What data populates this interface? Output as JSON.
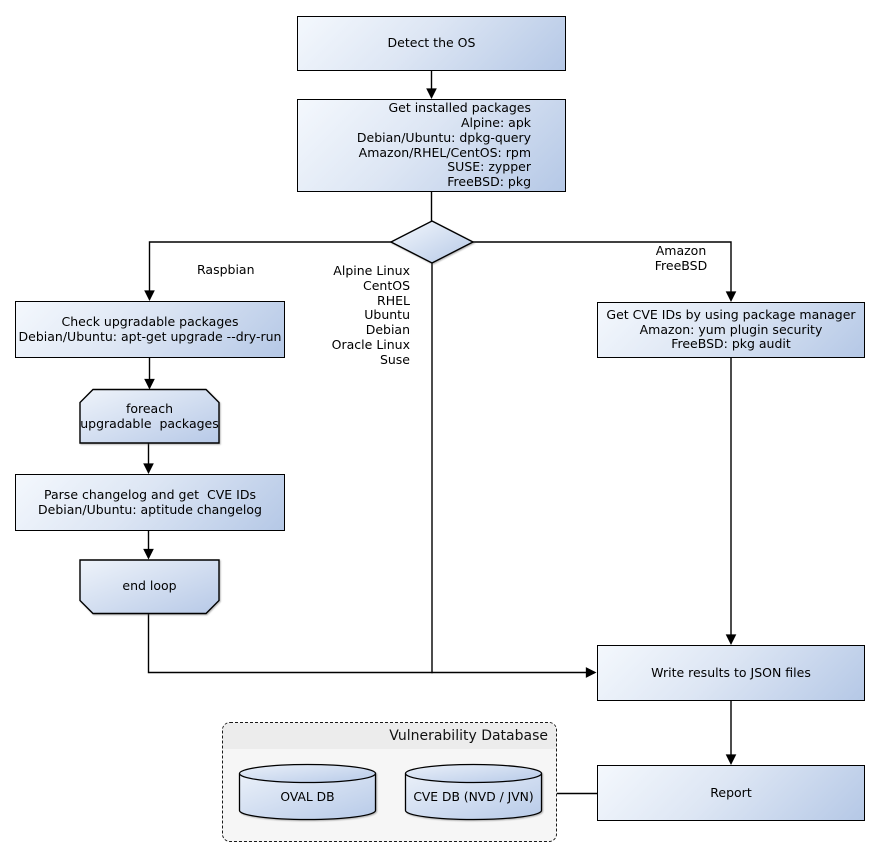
{
  "nodes": {
    "detect": {
      "label": "Detect the OS"
    },
    "packages": {
      "label": "Get installed packages\nAlpine: apk\nDebian/Ubuntu: dpkg-query\nAmazon/RHEL/CentOS: rpm\nSUSE: zypper\nFreeBSD: pkg"
    },
    "check": {
      "label": "Check upgradable packages\nDebian/Ubuntu: apt-get upgrade --dry-run"
    },
    "foreach": {
      "label": "foreach\nupgradable  packages"
    },
    "parse": {
      "label": "Parse changelog and get  CVE IDs\nDebian/Ubuntu: aptitude changelog"
    },
    "endloop": {
      "label": "end loop"
    },
    "getcve": {
      "label": "Get CVE IDs by using package manager\nAmazon: yum plugin security\nFreeBSD: pkg audit"
    },
    "write": {
      "label": "Write results to JSON files"
    },
    "report": {
      "label": "Report"
    }
  },
  "labels": {
    "raspbian": "Raspbian",
    "os_list": "Alpine Linux\nCentOS\nRHEL\nUbuntu\nDebian\nOracle Linux\nSuse",
    "amazon_freebsd": "Amazon\nFreeBSD"
  },
  "group": {
    "title": "Vulnerability Database",
    "databases": [
      "OVAL DB",
      "CVE DB (NVD / JVN)"
    ]
  },
  "edges": [
    {
      "from": "detect-the-os",
      "to": "get-installed-packages"
    },
    {
      "from": "get-installed-packages",
      "to": "os-decision"
    },
    {
      "from": "os-decision",
      "to": "check-upgradable-packages",
      "label": "Raspbian"
    },
    {
      "from": "os-decision",
      "to": "get-cve-ids-by-package-manager",
      "label": "Amazon FreeBSD"
    },
    {
      "from": "os-decision",
      "to": "write-results-to-json-files",
      "label": "Alpine Linux CentOS RHEL Ubuntu Debian Oracle Linux Suse"
    },
    {
      "from": "check-upgradable-packages",
      "to": "foreach-upgradable-packages"
    },
    {
      "from": "foreach-upgradable-packages",
      "to": "parse-changelog-and-get-cve-ids"
    },
    {
      "from": "parse-changelog-and-get-cve-ids",
      "to": "end-loop"
    },
    {
      "from": "end-loop",
      "to": "write-results-to-json-files"
    },
    {
      "from": "get-cve-ids-by-package-manager",
      "to": "write-results-to-json-files"
    },
    {
      "from": "write-results-to-json-files",
      "to": "report"
    },
    {
      "from": "vulnerability-database",
      "to": "report"
    }
  ],
  "colors": {
    "node_fill_light": "#f4f8fd",
    "node_fill_dark": "#b5c8e6",
    "stroke": "#000000",
    "group_fill": "#f6f6f6",
    "group_title_fill": "#ececec"
  }
}
